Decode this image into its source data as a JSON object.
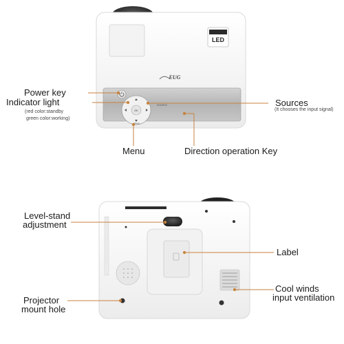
{
  "top_view": {
    "brand": "EUG",
    "led_badge": "LED",
    "labels": {
      "power_key": "Power key",
      "indicator_light": "Indicator light",
      "indicator_note_1": "(red color:standby",
      "indicator_note_2": "green color:working)",
      "menu": "Menu",
      "direction_key": "Direction operation Key",
      "sources": "Sources",
      "sources_note": "(It chooses the input signal)"
    },
    "button_text": {
      "ok": "OK",
      "menu": "MENU",
      "source": "SOURCE"
    }
  },
  "bottom_view": {
    "labels": {
      "level_stand_1": "Level-stand",
      "level_stand_2": "adjustment",
      "label": "Label",
      "cool_winds_1": "Cool winds",
      "cool_winds_2": "input ventilation",
      "mount_hole_1": "Projector",
      "mount_hole_2": "mount hole"
    }
  },
  "colors": {
    "leader_line": "#c8823c",
    "body": "#f6f6f6",
    "panel": "#b9b9b9",
    "lens": "#2b2b2b"
  }
}
